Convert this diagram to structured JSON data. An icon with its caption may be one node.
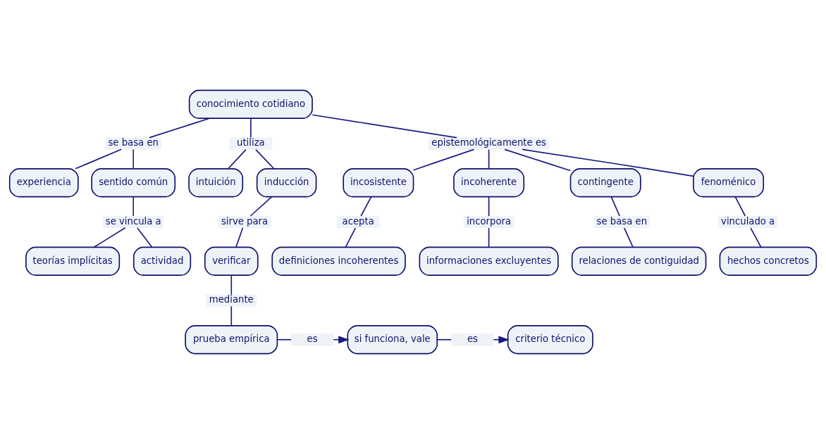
{
  "diagram": {
    "nodes": [
      {
        "text": [
          "conocimiento cotidiano"
        ]
      },
      {
        "text": [
          "se basa en"
        ]
      },
      {
        "text": [
          "utiliza"
        ]
      },
      {
        "text": [
          "epistemológicamente es"
        ]
      },
      {
        "text": [
          "experiencia"
        ]
      },
      {
        "text": [
          "sentido común"
        ]
      },
      {
        "text": [
          "intuición"
        ]
      },
      {
        "text": [
          "inducción"
        ]
      },
      {
        "text": [
          "incosistente"
        ]
      },
      {
        "text": [
          "incoherente"
        ]
      },
      {
        "text": [
          "contingente"
        ]
      },
      {
        "text": [
          "fenoménico"
        ]
      },
      {
        "text": [
          "se vincula a"
        ]
      },
      {
        "text": [
          "teorías implícitas"
        ]
      },
      {
        "text": [
          "actividad"
        ]
      },
      {
        "text": [
          "sirve para"
        ]
      },
      {
        "text": [
          "verificar"
        ]
      },
      {
        "text": [
          "mediante"
        ]
      },
      {
        "text": [
          "prueba empírica"
        ]
      },
      {
        "text": [
          "es"
        ]
      },
      {
        "text": [
          "si funciona, vale"
        ]
      },
      {
        "text": [
          "es"
        ]
      },
      {
        "text": [
          "criterio técnico"
        ]
      },
      {
        "text": [
          "acepta"
        ]
      },
      {
        "text": [
          "definiciones incoherentes"
        ]
      },
      {
        "text": [
          "incorpora"
        ]
      },
      {
        "text": [
          "informaciones excluyentes"
        ]
      },
      {
        "text": [
          "se basa en"
        ]
      },
      {
        "text": [
          "relaciones de contiguidad"
        ]
      },
      {
        "text": [
          "vinculado a"
        ]
      },
      {
        "text": [
          "hechos concretos"
        ]
      }
    ],
    "edges": [
      {
        "from": 0,
        "to": 1,
        "arrow": "none"
      },
      {
        "from": 0,
        "to": 2,
        "arrow": "none"
      },
      {
        "from": 0,
        "to": 3,
        "arrow": "none"
      },
      {
        "from": 1,
        "to": 4,
        "arrow": "none"
      },
      {
        "from": 1,
        "to": 5,
        "arrow": "none"
      },
      {
        "from": 2,
        "to": 6,
        "arrow": "none"
      },
      {
        "from": 2,
        "to": 7,
        "arrow": "none"
      },
      {
        "from": 3,
        "to": 8,
        "arrow": "none"
      },
      {
        "from": 3,
        "to": 9,
        "arrow": "none"
      },
      {
        "from": 3,
        "to": 10,
        "arrow": "none"
      },
      {
        "from": 3,
        "to": 11,
        "arrow": "none"
      },
      {
        "from": 5,
        "to": 12,
        "arrow": "none"
      },
      {
        "from": 12,
        "to": 13,
        "arrow": "none"
      },
      {
        "from": 12,
        "to": 14,
        "arrow": "none"
      },
      {
        "from": 7,
        "to": 15,
        "arrow": "none"
      },
      {
        "from": 15,
        "to": 16,
        "arrow": "none"
      },
      {
        "from": 16,
        "to": 17,
        "arrow": "none"
      },
      {
        "from": 17,
        "to": 18,
        "arrow": "none"
      },
      {
        "from": 18,
        "to": 19,
        "arrow": "none"
      },
      {
        "from": 19,
        "to": 20,
        "arrow": "to"
      },
      {
        "from": 20,
        "to": 21,
        "arrow": "none"
      },
      {
        "from": 21,
        "to": 22,
        "arrow": "to"
      },
      {
        "from": 8,
        "to": 23,
        "arrow": "none"
      },
      {
        "from": 23,
        "to": 24,
        "arrow": "none"
      },
      {
        "from": 9,
        "to": 25,
        "arrow": "none"
      },
      {
        "from": 25,
        "to": 26,
        "arrow": "none"
      },
      {
        "from": 10,
        "to": 27,
        "arrow": "none"
      },
      {
        "from": 27,
        "to": 28,
        "arrow": "none"
      },
      {
        "from": 11,
        "to": 29,
        "arrow": "none"
      },
      {
        "from": 29,
        "to": 30,
        "arrow": "none"
      }
    ]
  }
}
